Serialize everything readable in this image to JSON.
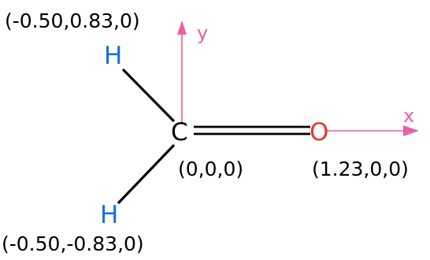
{
  "colors": {
    "hydrogen": "#1a6fd6",
    "carbon": "#000000",
    "oxygen": "#e8372a",
    "axis": "#ea5fa6",
    "bond": "#000000",
    "text": "#000000",
    "background": "#ffffff"
  },
  "atoms": {
    "h_top": {
      "symbol": "H"
    },
    "carbon": {
      "symbol": "C"
    },
    "oxygen": {
      "symbol": "O"
    },
    "h_bottom": {
      "symbol": "H"
    }
  },
  "axes": {
    "y_label": "y",
    "x_label": "x"
  },
  "coordinates": {
    "h_top": "(-0.50,0.83,0)",
    "carbon": "(0,0,0)",
    "oxygen": "(1.23,0,0)",
    "h_bottom": "(-0.50,-0.83,0)"
  }
}
